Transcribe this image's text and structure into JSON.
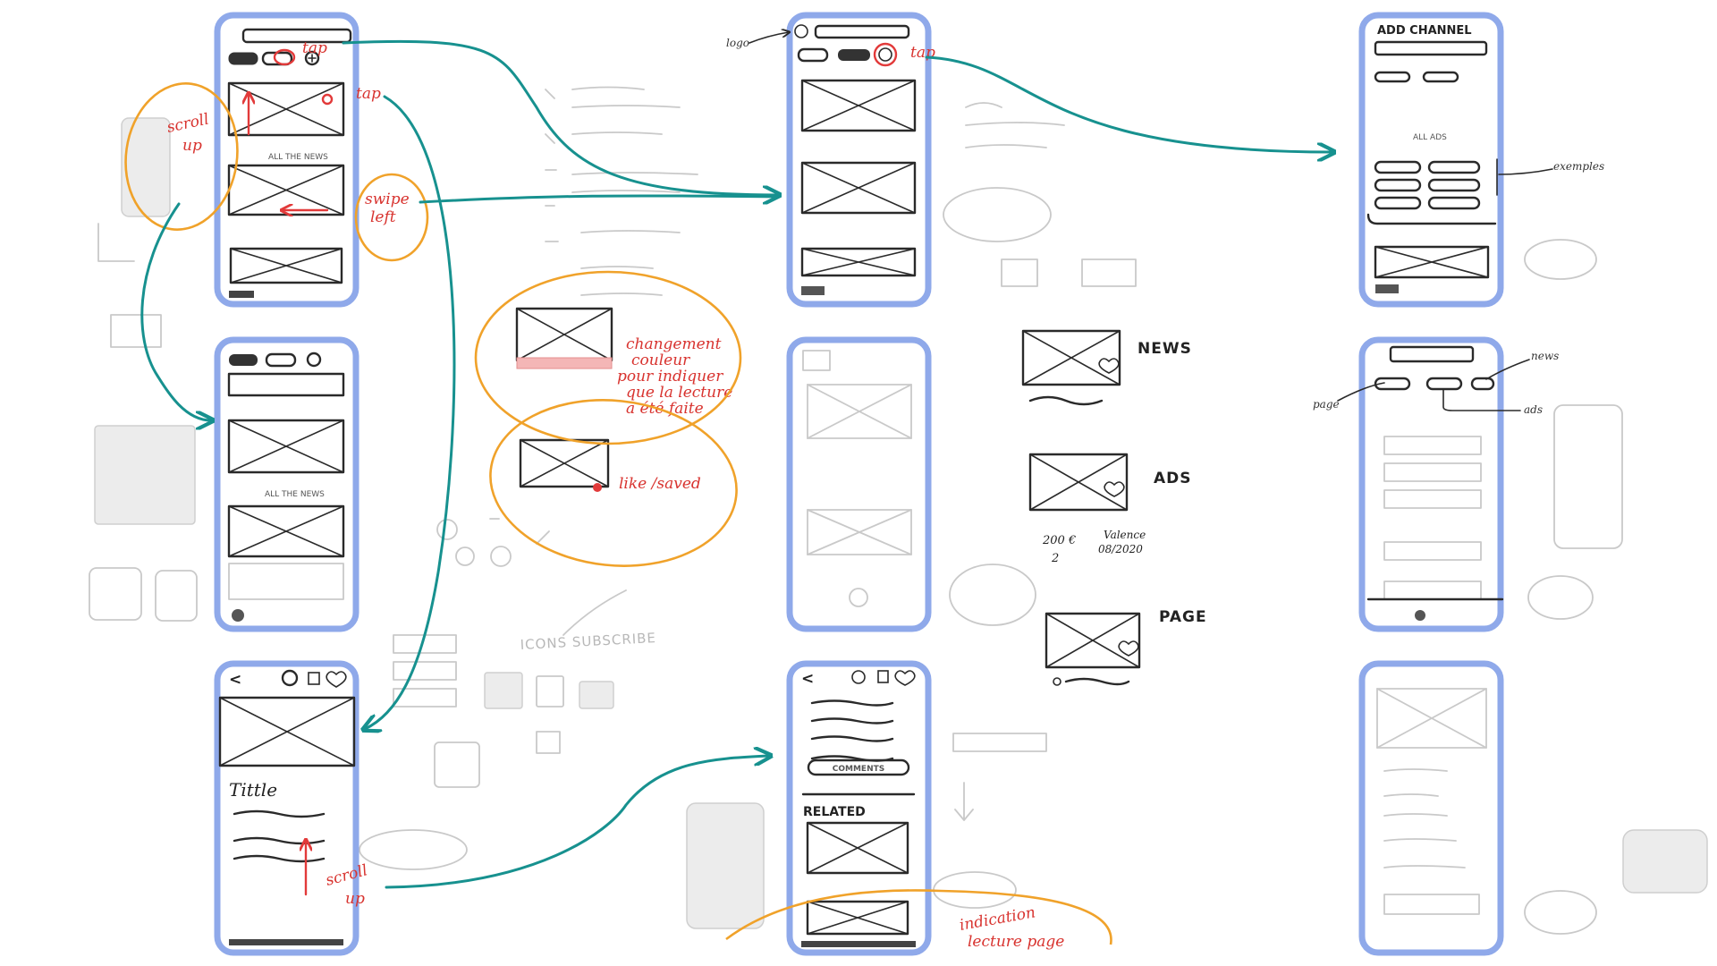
{
  "colors": {
    "frame": "#8fa9ea",
    "flow_arrow": "#17918f",
    "highlight_circle": "#f0a22a",
    "annotation_red": "#d8332f",
    "sketch_ink": "#2a2a2a"
  },
  "gesture_notes": {
    "tap_1": "tap",
    "tap_2": "tap",
    "tap_3": "tap",
    "scroll_up_1": "scroll",
    "scroll_up_1b": "up",
    "swipe_left_1": "swipe",
    "swipe_left_1b": "left",
    "scroll_up_2": "scroll",
    "scroll_up_2b": "up"
  },
  "screens": {
    "s1": {
      "mid_label": "ALL THE NEWS"
    },
    "s2": {
      "mid_label": "ALL THE NEWS"
    },
    "s3": {
      "title": "Tittle"
    },
    "s4": {
      "logo_label": "logo"
    },
    "s6": {
      "button": "COMMENTS",
      "section": "RELATED"
    },
    "s7": {
      "title": "ADD CHANNEL",
      "mid_label": "ALL ADS",
      "examples": "exemples"
    },
    "s8": {
      "label_page": "page",
      "label_ads": "ads",
      "label_news": "news"
    }
  },
  "middle_notes": {
    "red_note": [
      "changement",
      "couleur",
      "pour indiquer",
      "que la lecture",
      "a été faite"
    ],
    "like_saved": "like /saved",
    "icons_subscribe": "ICONS SUBSCRIBE"
  },
  "card_types": {
    "news": "NEWS",
    "ads": "ADS",
    "ads_price": "200 €",
    "ads_city": "Valence",
    "ads_count": "2",
    "ads_date": "08/2020",
    "page": "PAGE"
  },
  "bottom_notes": {
    "indication_1": "indication",
    "indication_2": "lecture page"
  }
}
